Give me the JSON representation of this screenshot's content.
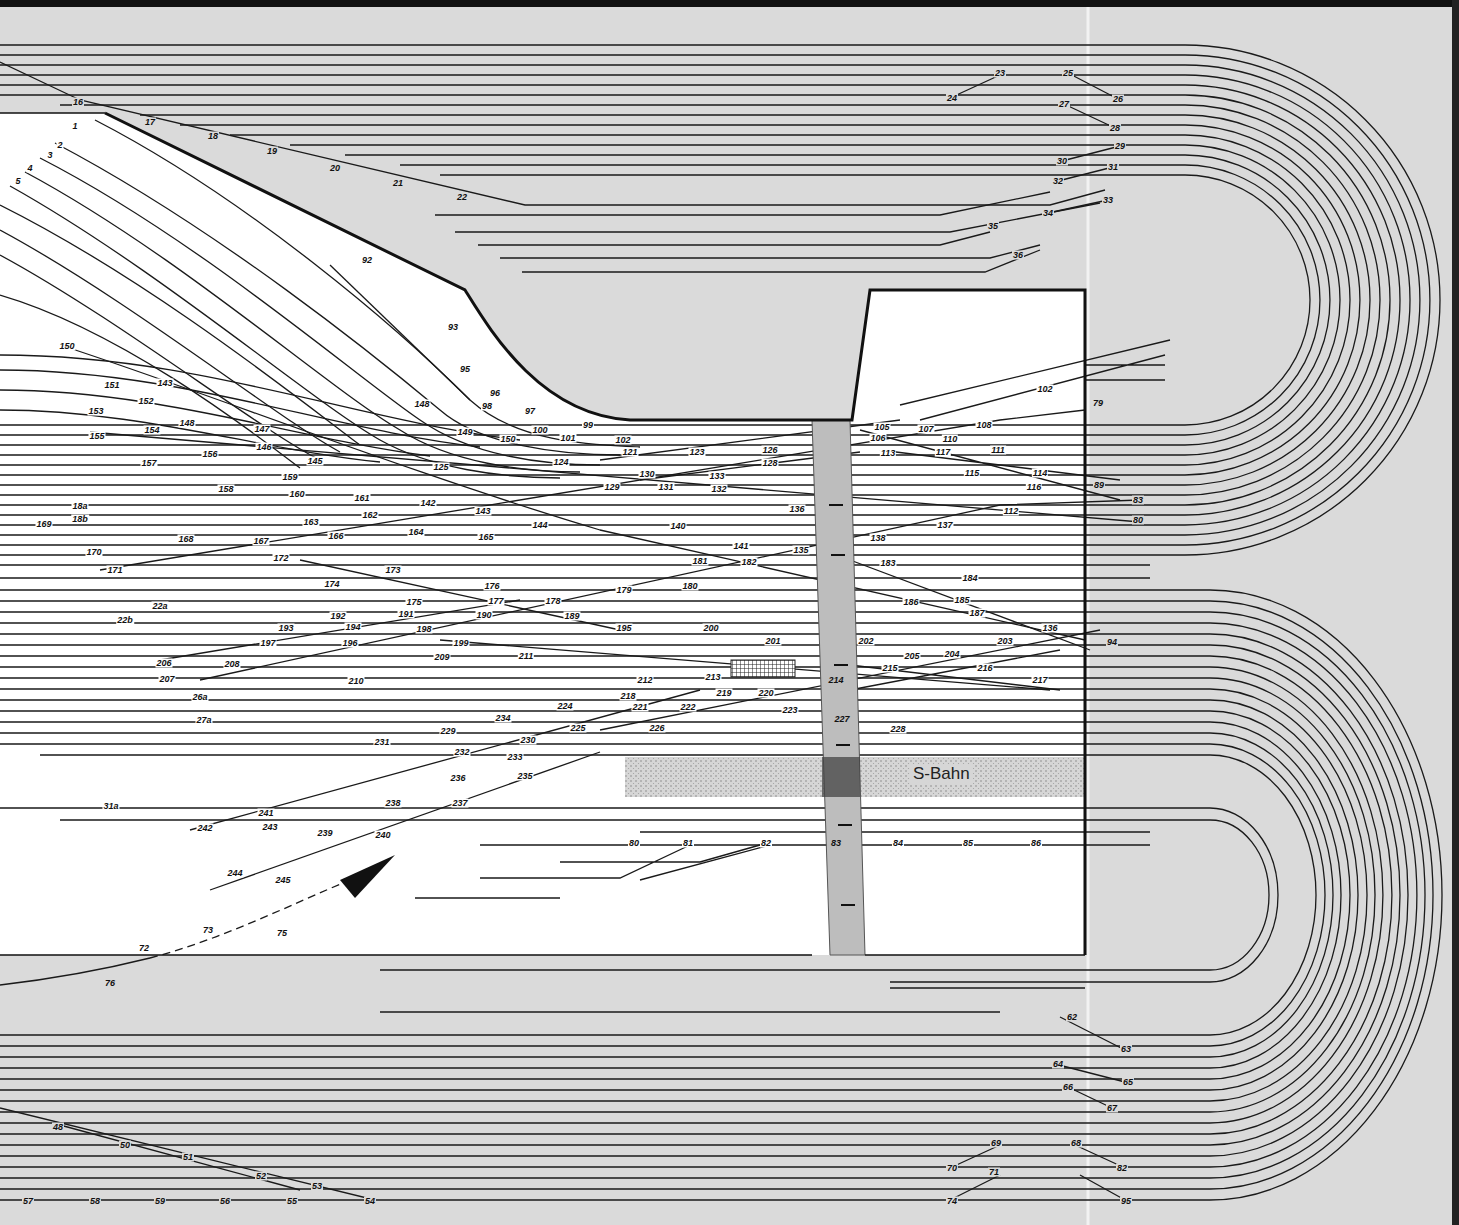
{
  "diagram": {
    "nodes": [
      {
        "text": [
          "S-Bahn"
        ]
      }
    ],
    "labels": [
      "16",
      "17",
      "18",
      "19",
      "20",
      "21",
      "22",
      "1",
      "2",
      "3",
      "4",
      "5",
      "23",
      "25",
      "24",
      "26",
      "27",
      "28",
      "29",
      "30",
      "31",
      "32",
      "33",
      "34",
      "35",
      "36",
      "92",
      "93",
      "95",
      "96",
      "98",
      "97",
      "148",
      "149",
      "150",
      "100",
      "101",
      "99",
      "102",
      "121",
      "123",
      "124",
      "125",
      "126",
      "128",
      "150",
      "151",
      "143",
      "152",
      "153",
      "148",
      "154",
      "155",
      "147",
      "146",
      "156",
      "157",
      "145",
      "159",
      "158",
      "160",
      "161",
      "142",
      "143",
      "162",
      "163",
      "144",
      "164",
      "165",
      "18a",
      "18b",
      "169",
      "170",
      "168",
      "167",
      "166",
      "171",
      "172",
      "173",
      "174",
      "176",
      "179",
      "180",
      "181",
      "182",
      "175",
      "177",
      "178",
      "22a",
      "22b",
      "192",
      "191",
      "190",
      "189",
      "193",
      "194",
      "198",
      "195",
      "200",
      "197",
      "196",
      "199",
      "201",
      "206",
      "208",
      "209",
      "211",
      "207",
      "210",
      "212",
      "213",
      "218",
      "219",
      "220",
      "26a",
      "224",
      "221",
      "222",
      "223",
      "27a",
      "234",
      "225",
      "226",
      "229",
      "230",
      "231",
      "232",
      "233",
      "235",
      "236",
      "237",
      "238",
      "31a",
      "241",
      "242",
      "243",
      "239",
      "240",
      "244",
      "245",
      "72",
      "73",
      "75",
      "76",
      "129",
      "130",
      "131",
      "133",
      "132",
      "140",
      "136",
      "141",
      "135",
      "105",
      "107",
      "108",
      "106",
      "110",
      "113",
      "117",
      "111",
      "115",
      "114",
      "116",
      "137",
      "112",
      "138",
      "183",
      "184",
      "186",
      "185",
      "187",
      "136",
      "202",
      "203",
      "205",
      "204",
      "215",
      "216",
      "214",
      "217",
      "227",
      "228",
      "102",
      "79",
      "89",
      "83",
      "80",
      "94",
      "80",
      "81",
      "82",
      "83",
      "84",
      "85",
      "86",
      "48",
      "50",
      "51",
      "52",
      "53",
      "57",
      "58",
      "59",
      "56",
      "55",
      "54",
      "62",
      "63",
      "64",
      "65",
      "66",
      "67",
      "69",
      "68",
      "70",
      "71",
      "82",
      "74",
      "95"
    ]
  }
}
